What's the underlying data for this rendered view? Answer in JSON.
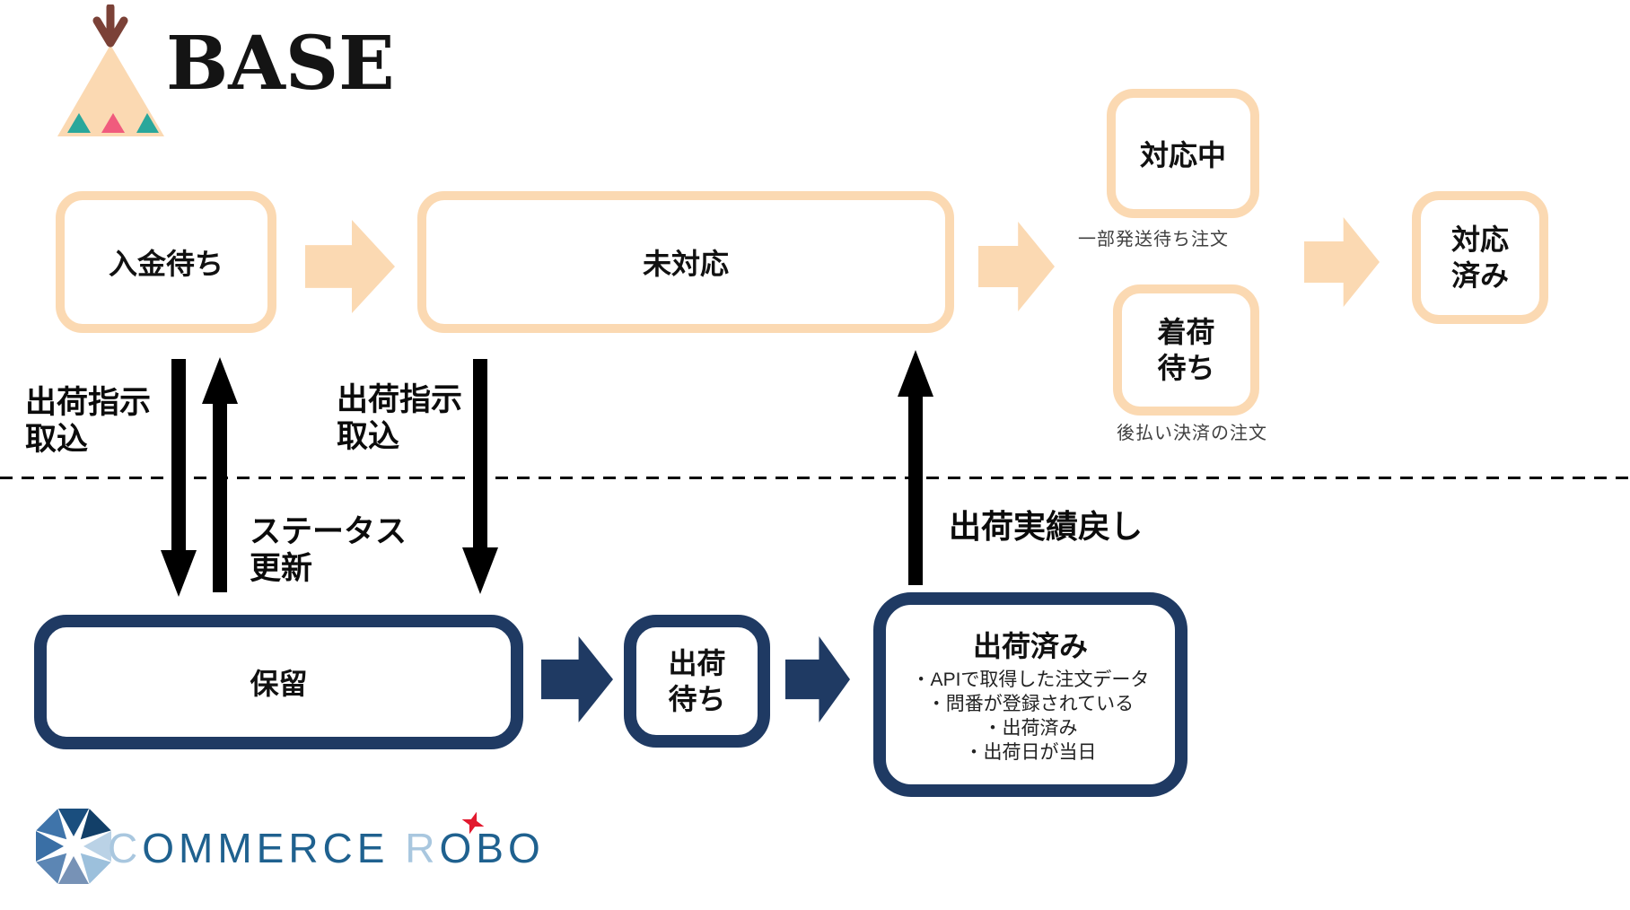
{
  "colors": {
    "peach": "#FBD9B2",
    "navy": "#1F3A63",
    "black_arrow": "#000000",
    "note_gray": "#404040",
    "robo_blue": "#1F618F",
    "robo_light_blue": "#A9C7DF",
    "robo_red": "#E2192E",
    "tent_peach": "#FBD9B2",
    "tent_brown": "#7B4137",
    "tent_teal": "#2AA79B",
    "tent_pink": "#F05B7D"
  },
  "base_logo": {
    "text": "BASE"
  },
  "robo_logo": {
    "seg1": "C",
    "seg2": "OMMERCE",
    "seg3": "R",
    "seg4": "OBO"
  },
  "base_zone": {
    "waiting_payment": "入金待ち",
    "unhandled": "未対応",
    "in_progress": "対応中",
    "in_progress_note": "一部発送待ち注文",
    "awaiting_arrival": "着荷\n待ち",
    "awaiting_arrival_note": "後払い決済の注文",
    "handled": "対応\n済み"
  },
  "connectors": {
    "shipping_instruction_import_left": "出荷指示\n取込",
    "status_update": "ステータス\n更新",
    "shipping_instruction_import_mid": "出荷指示\n取込",
    "shipping_result_return": "出荷実績戻し"
  },
  "robo_zone": {
    "on_hold": "保留",
    "waiting_shipment": "出荷\n待ち",
    "shipped_title": "出荷済み",
    "shipped_items": [
      "・APIで取得した注文データ",
      "・問番が登録されている",
      "・出荷済み",
      "・出荷日が当日"
    ]
  }
}
